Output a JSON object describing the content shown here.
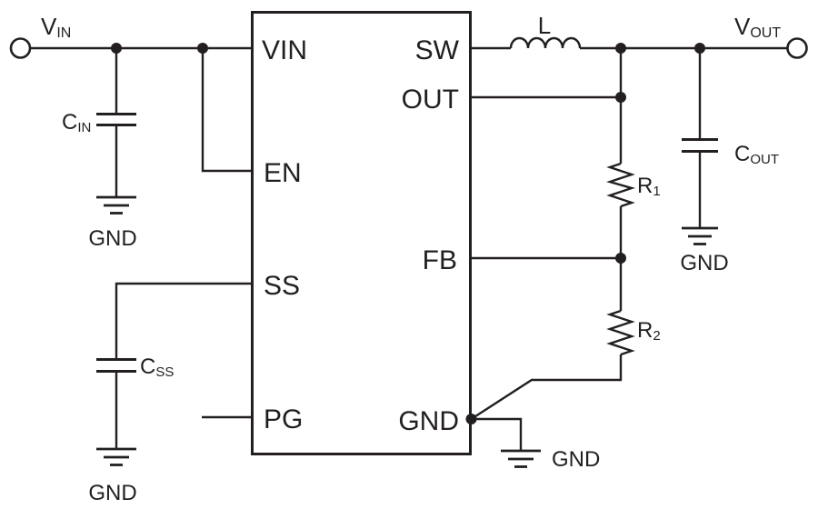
{
  "schematic": {
    "colors": {
      "line": "#231f20",
      "text": "#231f20",
      "background": "#ffffff"
    },
    "ic": {
      "pins_left": [
        "VIN",
        "EN",
        "SS",
        "PG"
      ],
      "pins_right": [
        "SW",
        "OUT",
        "FB",
        "GND"
      ]
    },
    "terminals": {
      "input": {
        "main": "V",
        "sub": "IN"
      },
      "output": {
        "main": "V",
        "sub": "OUT"
      }
    },
    "components": {
      "inductor": {
        "label": "L"
      },
      "cin": {
        "main": "C",
        "sub": "IN"
      },
      "css": {
        "main": "C",
        "sub": "SS"
      },
      "cout": {
        "main": "C",
        "sub": "OUT"
      },
      "r1": {
        "main": "R",
        "sub": "1"
      },
      "r2": {
        "main": "R",
        "sub": "2"
      }
    },
    "ground_labels": {
      "cin": "GND",
      "css": "GND",
      "cout": "GND",
      "ic": "GND"
    }
  }
}
